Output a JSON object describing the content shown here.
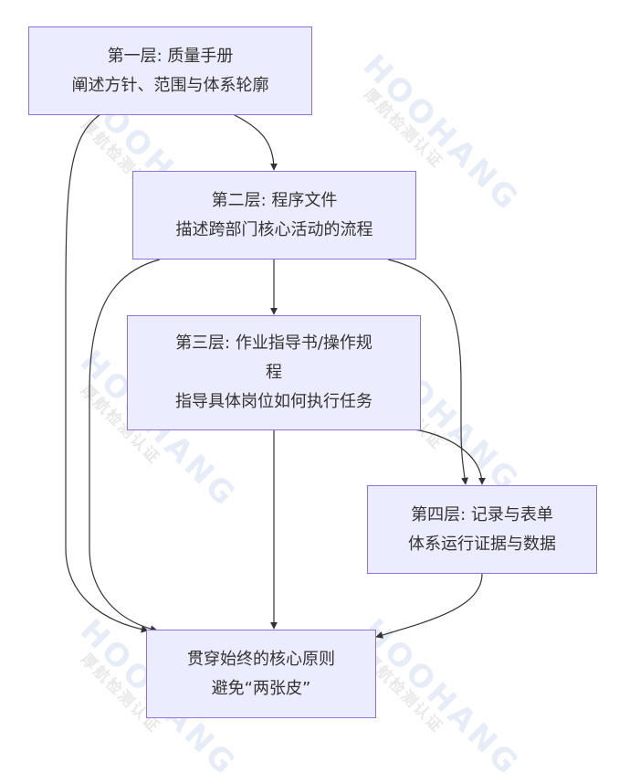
{
  "nodes": {
    "n1": {
      "title": "第一层: 质量手册",
      "desc": "阐述方针、范围与体系轮廓"
    },
    "n2": {
      "title": "第二层: 程序文件",
      "desc": "描述跨部门核心活动的流程"
    },
    "n3": {
      "title_line1": "第三层: 作业指导书/操作规",
      "title_line2": "程",
      "desc": "指导具体岗位如何执行任务"
    },
    "n4": {
      "title": "第四层: 记录与表单",
      "desc": "体系运行证据与数据"
    },
    "n5": {
      "title": "贯穿始终的核心原则",
      "desc": "避免“两张皮”"
    }
  },
  "edges": [
    {
      "from": "n1",
      "to": "n2"
    },
    {
      "from": "n1",
      "to": "n5"
    },
    {
      "from": "n2",
      "to": "n3"
    },
    {
      "from": "n2",
      "to": "n4"
    },
    {
      "from": "n2",
      "to": "n5"
    },
    {
      "from": "n3",
      "to": "n4"
    },
    {
      "from": "n3",
      "to": "n5"
    },
    {
      "from": "n4",
      "to": "n5"
    }
  ],
  "watermark": {
    "brand": "HOOHANG",
    "tagline": "厚航检测认证"
  },
  "colors": {
    "node_fill": "#ececff",
    "node_border": "#9370db",
    "edge": "#333333",
    "text": "#333333"
  }
}
